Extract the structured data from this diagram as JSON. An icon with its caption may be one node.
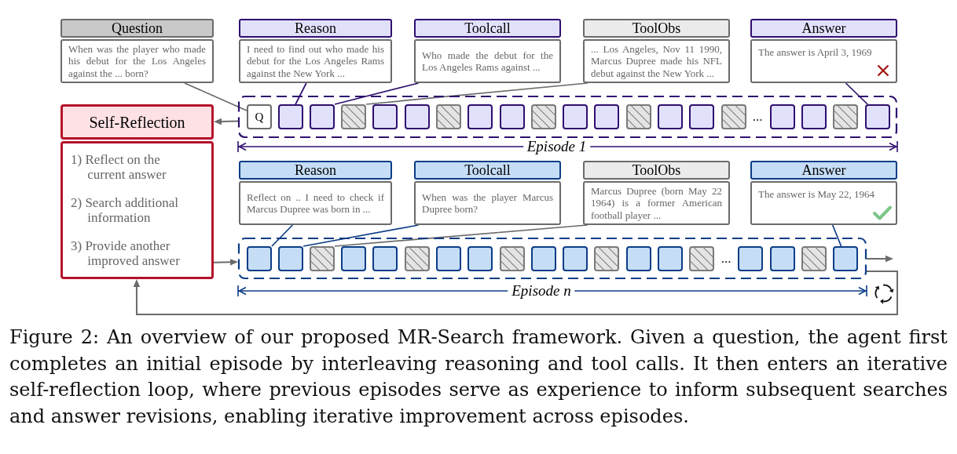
{
  "diagram": {
    "caption": "Figure 2: An overview of our proposed MR-Search framework. Given a question, the agent first completes an initial episode by interleaving reasoning and tool calls. It then enters an iterative self-reflection loop, where previous episodes serve as experience to inform subsequent searches and answer revisions, enabling iterative improvement across episodes.",
    "nodes": [
      {
        "text": [
          "Question",
          "When was the player who made his debut for the Los Angeles against the ... born?"
        ]
      },
      {
        "text": [
          "Reason",
          "I need to find out who made his debut for the Los Angeles Rams against the New York ..."
        ]
      },
      {
        "text": [
          "Toolcall",
          "Who made the debut for the Los Angeles Rams against ..."
        ]
      },
      {
        "text": [
          "ToolObs",
          "... Los Angeles, Nov 11 1990, Marcus Dupree made his NFL debut against the New York ..."
        ]
      },
      {
        "text": [
          "Answer",
          "The answer is April 3, 1969"
        ]
      },
      {
        "text": [
          "Self-Reflection",
          "1) Reflect on the current answer",
          "2) Search additional information",
          "3) Provide another improved answer"
        ]
      },
      {
        "text": [],
        "shape": "box",
        "beside": [
          "Episode 1"
        ]
      },
      {
        "text": [
          "Q"
        ],
        "in": 6
      },
      {
        "text": [],
        "shape": "box",
        "in": 6
      },
      {
        "text": [],
        "shape": "box",
        "in": 6
      },
      {
        "text": [],
        "shape": "box",
        "in": 6
      },
      {
        "text": [],
        "shape": "box",
        "in": 6
      },
      {
        "text": [],
        "shape": "box",
        "in": 6
      },
      {
        "text": [],
        "shape": "box",
        "in": 6
      },
      {
        "text": [],
        "shape": "box",
        "in": 6
      },
      {
        "text": [],
        "shape": "box",
        "in": 6
      },
      {
        "text": [],
        "shape": "box",
        "in": 6
      },
      {
        "text": [],
        "shape": "box",
        "in": 6
      },
      {
        "text": [],
        "shape": "box",
        "in": 6
      },
      {
        "text": [],
        "shape": "box",
        "in": 6
      },
      {
        "text": [],
        "shape": "box",
        "in": 6
      },
      {
        "text": [],
        "shape": "box",
        "in": 6
      },
      {
        "text": [],
        "shape": "box",
        "in": 6
      },
      {
        "text": [],
        "shape": "box",
        "in": 6
      },
      {
        "text": [],
        "shape": "box",
        "in": 6
      },
      {
        "text": [],
        "shape": "box",
        "in": 6
      },
      {
        "text": [],
        "shape": "box",
        "in": 6
      },
      {
        "text": [
          "Reason",
          "Reflect on .. I need to check if Marcus Dupree was born in ..."
        ]
      },
      {
        "text": [
          "Toolcall",
          "When was the player Marcus Dupree born?"
        ]
      },
      {
        "text": [
          "ToolObs",
          "Marcus Dupree (born May 22 1964) is a former American football player ..."
        ]
      },
      {
        "text": [
          "Answer",
          "The answer is May 22, 1964"
        ]
      },
      {
        "text": [],
        "shape": "box",
        "beside": [
          "Episode n"
        ]
      },
      {
        "text": [],
        "shape": "box",
        "in": 31
      },
      {
        "text": [],
        "shape": "box",
        "in": 31
      },
      {
        "text": [],
        "shape": "box",
        "in": 31
      },
      {
        "text": [],
        "shape": "box",
        "in": 31
      },
      {
        "text": [],
        "shape": "box",
        "in": 31
      },
      {
        "text": [],
        "shape": "box",
        "in": 31
      },
      {
        "text": [],
        "shape": "box",
        "in": 31
      },
      {
        "text": [],
        "shape": "box",
        "in": 31
      },
      {
        "text": [],
        "shape": "box",
        "in": 31
      },
      {
        "text": [],
        "shape": "box",
        "in": 31
      },
      {
        "text": [],
        "shape": "box",
        "in": 31
      },
      {
        "text": [],
        "shape": "box",
        "in": 31
      },
      {
        "text": [],
        "shape": "box",
        "in": 31
      },
      {
        "text": [],
        "shape": "box",
        "in": 31
      },
      {
        "text": [],
        "shape": "box",
        "in": 31
      },
      {
        "text": [],
        "shape": "box",
        "in": 31
      },
      {
        "text": [],
        "shape": "box",
        "in": 31
      },
      {
        "text": [],
        "shape": "box",
        "in": 31
      },
      {
        "text": [],
        "shape": "box",
        "in": 31
      }
    ],
    "edges": [
      {
        "from": 0,
        "to": 7,
        "arrow": "none"
      },
      {
        "from": 1,
        "to": 8,
        "arrow": "none",
        "color": "#2f0f6f"
      },
      {
        "from": 2,
        "to": 9,
        "arrow": "none",
        "color": "#2f0f6f"
      },
      {
        "from": 3,
        "to": 10,
        "arrow": "none"
      },
      {
        "from": 4,
        "to": 26,
        "arrow": "none",
        "color": "#2f0f6f"
      },
      {
        "from": 6,
        "to": 5,
        "arrow": "to"
      },
      {
        "from": 27,
        "to": 32,
        "arrow": "none",
        "color": "#0c3d86"
      },
      {
        "from": 28,
        "to": 33,
        "arrow": "none",
        "color": "#0c3d86"
      },
      {
        "from": 29,
        "to": 34,
        "arrow": "none"
      },
      {
        "from": 30,
        "to": 50,
        "arrow": "none",
        "color": "#0c3d86"
      },
      {
        "from": 5,
        "to": 31,
        "arrow": "to"
      },
      {
        "from": 31,
        "to": null,
        "arrow": "to"
      },
      {
        "from": 31,
        "to": 5,
        "arrow": "to"
      }
    ],
    "labels": [
      "...",
      "..."
    ]
  }
}
